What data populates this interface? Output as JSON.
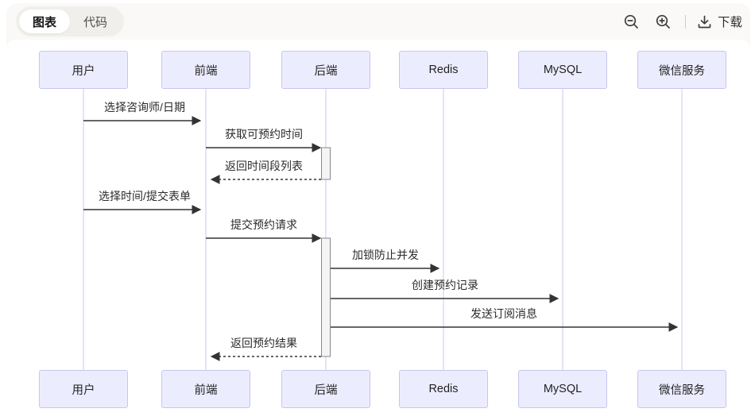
{
  "header": {
    "tabs": [
      {
        "label": "图表",
        "active": true
      },
      {
        "label": "代码",
        "active": false
      }
    ],
    "controls": {
      "zoom_out_icon": "magnifier-minus",
      "zoom_in_icon": "magnifier-plus",
      "download_icon": "download-tray-arrow",
      "download_label": "下载"
    }
  },
  "diagram": {
    "type": "sequence",
    "participants": [
      {
        "id": "user",
        "label": "用户"
      },
      {
        "id": "frontend",
        "label": "前端"
      },
      {
        "id": "backend",
        "label": "后端"
      },
      {
        "id": "redis",
        "label": "Redis"
      },
      {
        "id": "mysql",
        "label": "MySQL"
      },
      {
        "id": "wechat-service",
        "label": "微信服务"
      }
    ],
    "messages": [
      {
        "from": "用户",
        "to": "前端",
        "label": "选择咨询师/日期",
        "line": "solid"
      },
      {
        "from": "前端",
        "to": "后端",
        "label": "获取可预约时间",
        "line": "solid"
      },
      {
        "from": "后端",
        "to": "前端",
        "label": "返回时间段列表",
        "line": "dashed"
      },
      {
        "from": "用户",
        "to": "前端",
        "label": "选择时间/提交表单",
        "line": "solid"
      },
      {
        "from": "前端",
        "to": "后端",
        "label": "提交预约请求",
        "line": "solid"
      },
      {
        "from": "后端",
        "to": "Redis",
        "label": "加锁防止并发",
        "line": "solid"
      },
      {
        "from": "后端",
        "to": "MySQL",
        "label": "创建预约记录",
        "line": "solid"
      },
      {
        "from": "后端",
        "to": "微信服务",
        "label": "发送订阅消息",
        "line": "solid"
      },
      {
        "from": "后端",
        "to": "前端",
        "label": "返回预约结果",
        "line": "dashed"
      }
    ],
    "activations": [
      {
        "participant": "后端",
        "start_message": "获取可预约时间",
        "end_message": "返回时间段列表"
      },
      {
        "participant": "后端",
        "start_message": "提交预约请求",
        "end_message": "返回预约结果"
      }
    ],
    "colors": {
      "participant_fill": "#ECECFF",
      "participant_border": "#c9c5ef",
      "lifeline": "#cbc8ec",
      "arrow": "#333333",
      "activation_fill": "#f4f4f4",
      "activation_border": "#888888"
    }
  }
}
